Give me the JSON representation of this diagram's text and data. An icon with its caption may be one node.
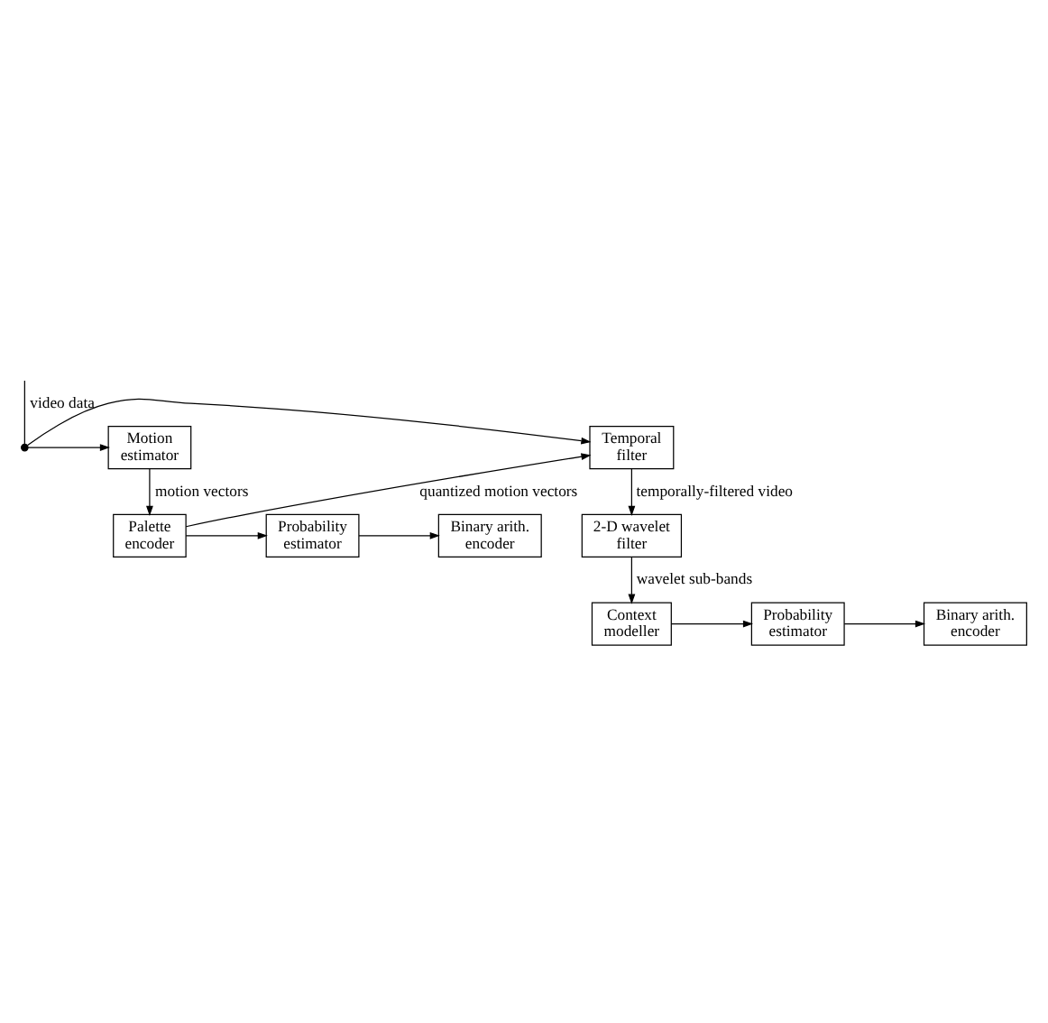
{
  "diagram": {
    "nodes": [
      {
        "text": [],
        "shape": "circle"
      },
      {
        "text": [
          "Motion estimator"
        ]
      },
      {
        "text": [
          "Palette encoder"
        ]
      },
      {
        "text": [
          "Probability estimator"
        ]
      },
      {
        "text": [
          "Binary arith. encoder"
        ]
      },
      {
        "text": [
          "Temporal filter"
        ]
      },
      {
        "text": [
          "2-D wavelet filter"
        ]
      },
      {
        "text": [
          "Context modeller"
        ]
      },
      {
        "text": [
          "Probability estimator"
        ]
      },
      {
        "text": [
          "Binary arith. encoder"
        ]
      }
    ],
    "edges": [
      {
        "from": null,
        "to": 0,
        "arrow": "none",
        "label": "video data"
      },
      {
        "from": 0,
        "to": 1,
        "arrow": "to"
      },
      {
        "from": 0,
        "to": 5,
        "arrow": "to"
      },
      {
        "from": 1,
        "to": 2,
        "arrow": "to",
        "label": "motion vectors"
      },
      {
        "from": 2,
        "to": 3,
        "arrow": "to"
      },
      {
        "from": 3,
        "to": 4,
        "arrow": "to"
      },
      {
        "from": 2,
        "to": 5,
        "arrow": "to",
        "label": "quantized motion vectors"
      },
      {
        "from": 5,
        "to": 6,
        "arrow": "to",
        "label": "temporally-filtered video"
      },
      {
        "from": 6,
        "to": 7,
        "arrow": "to",
        "label": "wavelet sub-bands"
      },
      {
        "from": 7,
        "to": 8,
        "arrow": "to"
      },
      {
        "from": 8,
        "to": 9,
        "arrow": "to"
      }
    ]
  }
}
